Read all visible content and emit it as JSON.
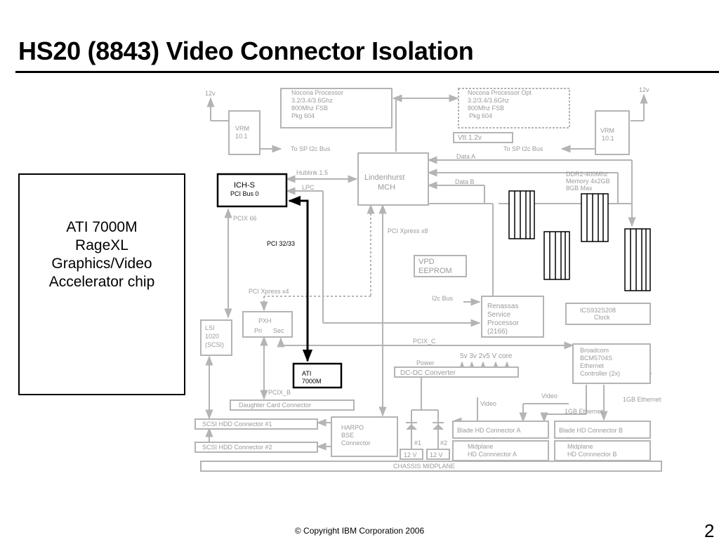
{
  "slide": {
    "title": "HS20 (8843) Video Connector Isolation",
    "copyright": "© Copyright IBM Corporation 2006",
    "page_number": "2"
  },
  "callout": {
    "lines": [
      "ATI 7000M",
      "RageXL",
      "Graphics/Video",
      "Accelerator chip"
    ]
  },
  "diagram": {
    "nocona1": [
      "Nocona Processor",
      "3.2/3.4/3.6Ghz",
      "800Mhz FSB",
      "Pkg 604"
    ],
    "nocona2": [
      "Nocona Processor Opt",
      "3.2/3.4/3.6Ghz",
      "800Mhz FSB",
      "Pkg 604"
    ],
    "v12_left": "12v",
    "v12_right": "12v",
    "vrm_left": [
      "VRM",
      "10.1"
    ],
    "vrm_right": [
      "VRM",
      "10.1"
    ],
    "to_sp_left": "To SP I2c Bus",
    "to_sp_right": "To SP I2c Bus",
    "vtt": "Vtt  1.2v",
    "data_a": "Data A",
    "data_b": "Data B",
    "ich_s": [
      "ICH-S",
      "PCI Bus 0"
    ],
    "hublink": "Hublink 1.5",
    "lpc": "LPC",
    "mch": [
      "Lindenhurst",
      "MCH"
    ],
    "ddr": [
      "DDR2-400Mhz",
      "Memory 4x2GB",
      "8GB Max"
    ],
    "pcix66": "PCIX 66",
    "pci3233": "PCI 32/33",
    "pci_xpress_x8": "PCI Xpress x8",
    "vpd": [
      "VPD",
      "EEPROM"
    ],
    "pci_xpress_x4": "PCI Xpress x4",
    "i2c_bus": "I2c Bus",
    "renassas": [
      "Renassas",
      "Service",
      "Processor",
      "(2166)"
    ],
    "ics": [
      "ICS932S208",
      "Clock"
    ],
    "lsi": [
      "LSI",
      "1020",
      "(SCSI)"
    ],
    "pxh": [
      "PXH",
      "Pri",
      "Sec"
    ],
    "pcix_c": "PCIX_C",
    "broadcom": [
      "Broadcom",
      "BCM5704S",
      "Ethernet",
      "Controller (2x)"
    ],
    "power": "Power",
    "voltages": "5v 3v 2v5 V core",
    "ati": [
      "ATI",
      "7000M"
    ],
    "dc_dc": "DC-DC Converter",
    "video1": "Video",
    "video2": "Video",
    "pcix_b": "PCIX_B",
    "daughter": "Daughter Card Connector",
    "gbe1": "1GB Ethernet",
    "gbe2": "1GB Ethernet",
    "scsi1": "SCSI HDD Connector #1",
    "scsi2": "SCSI HDD Connector #2",
    "harpo": [
      "HARPO",
      "BSE",
      "Connector"
    ],
    "fuse1": "#1",
    "fuse2": "#2",
    "v12_a": "12 V",
    "v12_b": "12 V",
    "blade_a": "Blade HD Connector A",
    "blade_b": "Blade HD Connector B",
    "midplane_a": [
      "Midplane",
      "HD Connnector A"
    ],
    "midplane_b": [
      "Midplane",
      "HD Connnector B"
    ],
    "chassis": "CHASSIS MIDPLANE"
  },
  "colors": {
    "faded": "#b4b4b4",
    "dark": "#000000"
  }
}
